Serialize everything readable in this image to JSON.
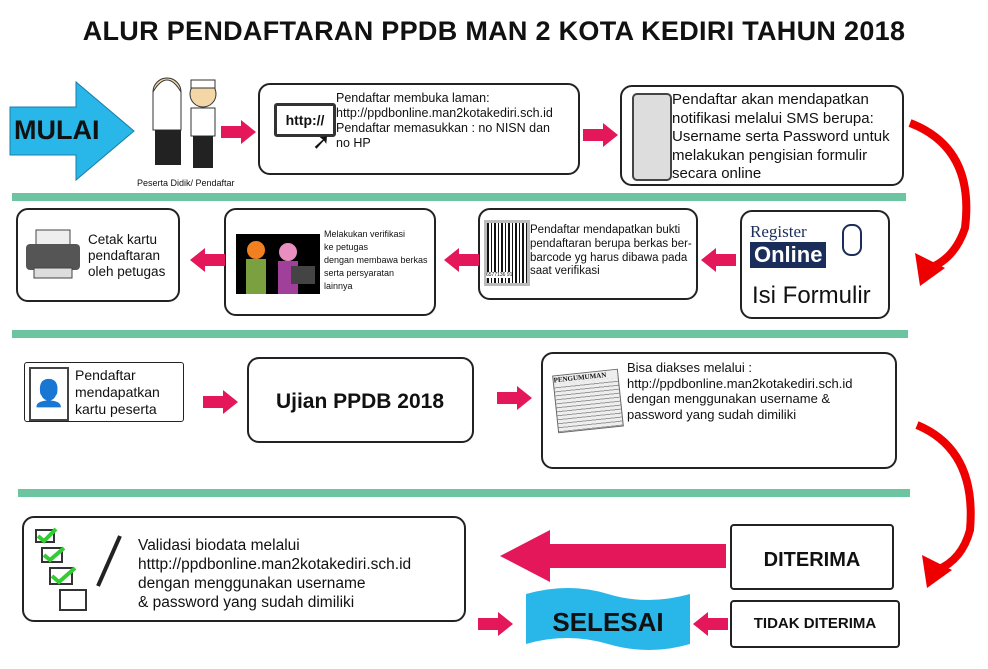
{
  "title": "ALUR PENDAFTARAN PPDB MAN 2 KOTA KEDIRI TAHUN 2018",
  "start_label": "MULAI",
  "participant_caption": "Peserta Didik/ Pendaftar",
  "step1": {
    "icon_text": "http://",
    "lines": [
      "Pendaftar membuka laman:",
      "http://ppdbonline.man2kotakediri.sch.id",
      "Pendaftar memasukkan : no NISN dan",
      "no HP"
    ]
  },
  "step2": {
    "text": "Pendaftar akan mendapatkan notifikasi melalui SMS berupa: Username serta Password untuk melakukan pengisian formulir secara online"
  },
  "step3": {
    "logo_top": "Register",
    "logo_main": "Online",
    "label": "Isi Formulir"
  },
  "step4": {
    "barcode_number": "6577136 91",
    "text": "Pendaftar mendapatkan bukti pendaftaran berupa berkas ber-barcode yg harus dibawa pada saat verifikasi"
  },
  "step5": {
    "lines": [
      "Melakukan verifikasi",
      "ke petugas",
      "dengan membawa berkas",
      "serta persyaratan",
      "lainnya"
    ]
  },
  "step6": {
    "text": "Cetak kartu pendaftaran oleh petugas"
  },
  "step7": {
    "text": "Pendaftar mendapatkan kartu peserta"
  },
  "step8": {
    "text": "Ujian PPDB 2018"
  },
  "step9": {
    "newspaper_label": "PENGUMUMAN",
    "lines": [
      "Bisa diakses melalui :",
      "http://ppdbonline.man2kotakediri.sch.id",
      "dengan menggunakan username &",
      "password yang sudah dimiliki"
    ]
  },
  "step10": {
    "lines": [
      "Validasi biodata melalui",
      "htttp://ppdbonline.man2kotakediri.sch.id",
      "dengan menggunakan username",
      "& password yang sudah dimiliki"
    ]
  },
  "accepted_label": "DITERIMA",
  "rejected_label": "TIDAK DITERIMA",
  "end_label": "SELESAI",
  "colors": {
    "arrow": "#e3175a",
    "bar": "#6cc5a0",
    "start": "#29b6e8"
  }
}
